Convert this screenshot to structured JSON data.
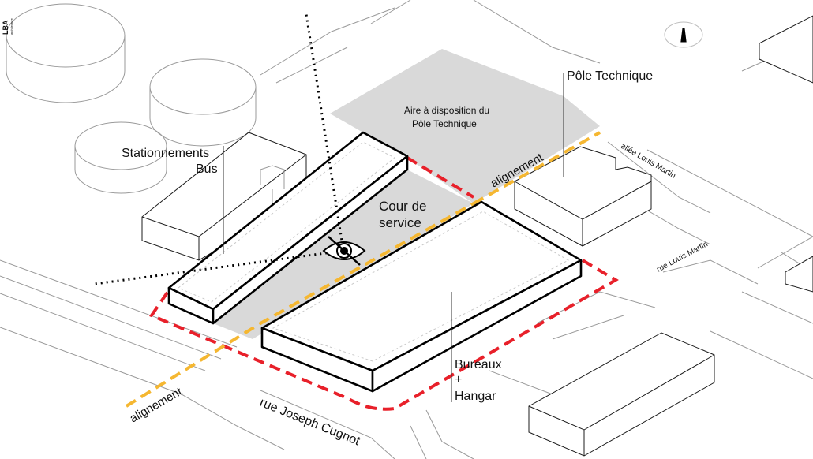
{
  "labels": {
    "logo": "LBA",
    "logo_sub": "architecture",
    "pole_technique": "Pôle Technique",
    "aire_line1": "Aire à disposition du",
    "aire_line2": "Pôle Technique",
    "stationnements_line1": "Stationnements",
    "stationnements_line2": "Bus",
    "cour_line1": "Cour de",
    "cour_line2": "service",
    "bureaux_line1": "Bureaux",
    "bureaux_line2": "+",
    "bureaux_line3": "Hangar",
    "alignement_top": "alignement",
    "alignement_bottom": "alignement",
    "allee": "allée Louis Martin",
    "rue_louis": "rue Louis Martin",
    "rue_joseph": "rue Joseph Cugnot"
  },
  "icons": {
    "north_arrow": "north-arrow-icon",
    "view_point": "eye-icon"
  },
  "colors": {
    "site_boundary": "#e8202a",
    "alignment": "#f5b731",
    "shaded_area": "#d9d9d9",
    "mass_outline": "#000000",
    "context_lines": "#9a9a9a"
  }
}
